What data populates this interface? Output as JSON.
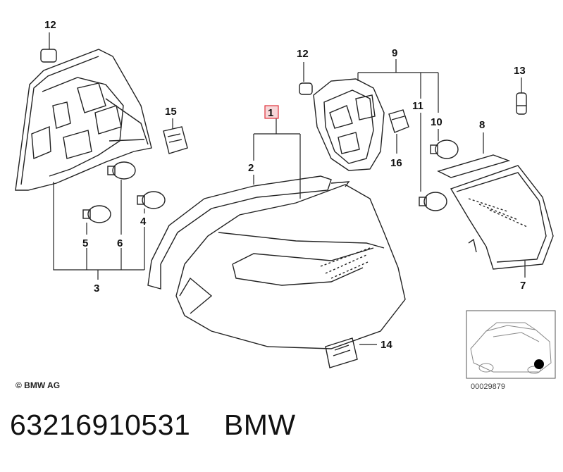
{
  "labels": {
    "l1": "1",
    "l2": "2",
    "l3": "3",
    "l4": "4",
    "l5": "5",
    "l6": "6",
    "l7": "7",
    "l8": "8",
    "l9": "9",
    "l10": "10",
    "l11": "11",
    "l12a": "12",
    "l12b": "12",
    "l13": "13",
    "l14": "14",
    "l15": "15",
    "l16": "16"
  },
  "highlight_color": "#e0303a",
  "copyright": "© BMW AG",
  "ref_number": "00029879",
  "caption": "63216910531    BMW"
}
